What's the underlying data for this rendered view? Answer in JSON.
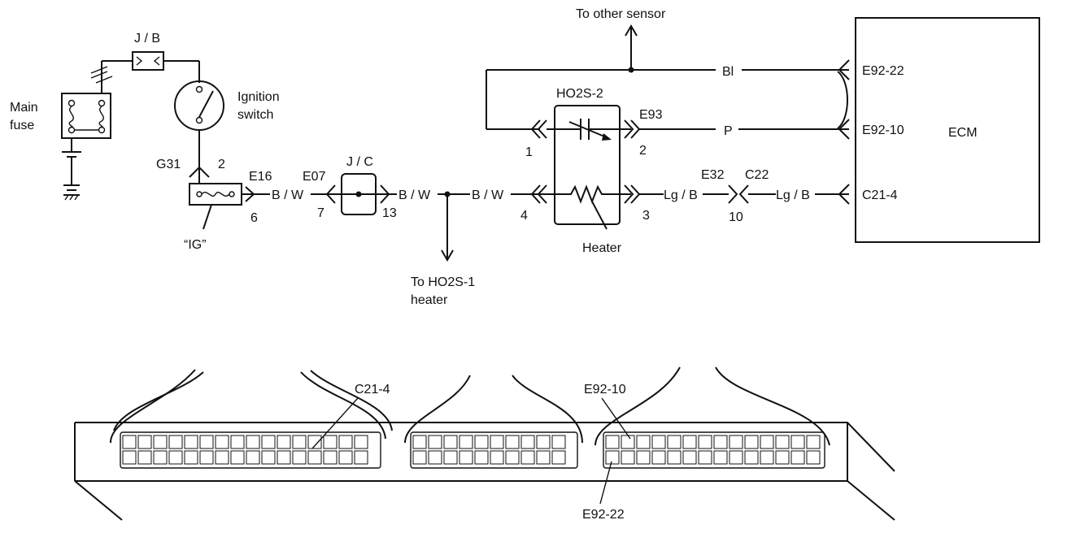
{
  "labels": {
    "jb": "J / B",
    "main_fuse": "Main\nfuse",
    "ignition_switch": "Ignition\nswitch",
    "g31": "G31",
    "g31_pin": "2",
    "e16": "E16",
    "e16_pin": "6",
    "ig_fuse": "“IG”",
    "e07": "E07",
    "e07_pin_in": "7",
    "jc": "J / C",
    "jc_pin_out": "13",
    "wire_bw_1": "B / W",
    "wire_bw_2": "B / W",
    "wire_bw_3": "B / W",
    "to_ho2s1": "To HO2S-1\nheater",
    "to_other_sensor": "To other sensor",
    "ho2s2": "HO2S-2",
    "e93": "E93",
    "pin_1": "1",
    "pin_2": "2",
    "pin_3": "3",
    "pin_4": "4",
    "heater": "Heater",
    "wire_bl": "Bl",
    "wire_p": "P",
    "wire_lgb_1": "Lg / B",
    "wire_lgb_2": "Lg / B",
    "e32": "E32",
    "c22": "C22",
    "c22_pin": "10",
    "ecm_e92_22": "E92-22",
    "ecm_e92_10": "E92-10",
    "ecm_c21_4": "C21-4",
    "ecm": "ECM",
    "conn_c21_4": "C21-4",
    "conn_e92_10": "E92-10",
    "conn_e92_22": "E92-22"
  }
}
